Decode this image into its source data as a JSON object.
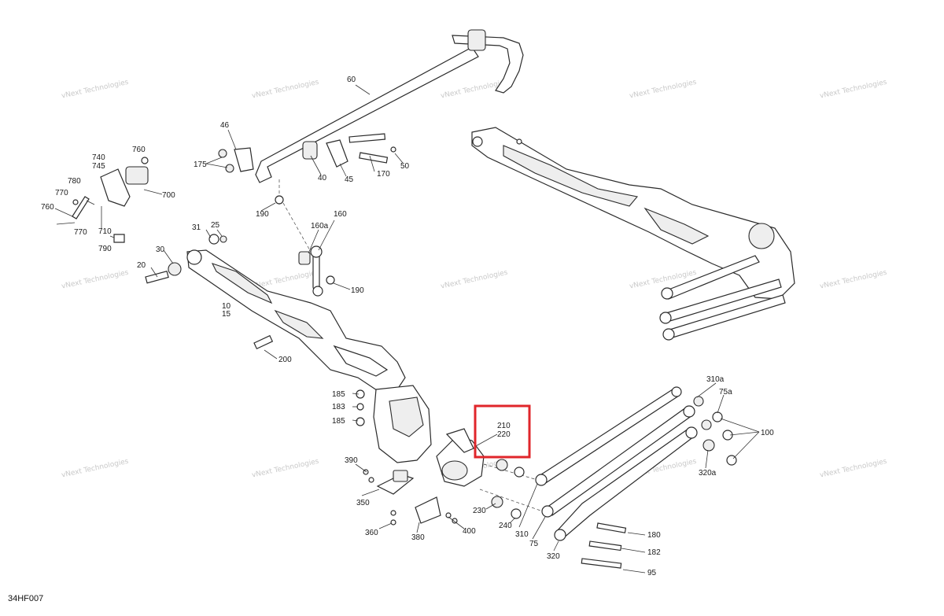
{
  "diagram": {
    "code": "34HF007",
    "watermark": "vNext Technologies",
    "highlight_color": "#e0262b",
    "callouts": [
      {
        "id": "c60",
        "text": "60"
      },
      {
        "id": "c46",
        "text": "46"
      },
      {
        "id": "c175",
        "text": "175"
      },
      {
        "id": "c40",
        "text": "40"
      },
      {
        "id": "c45",
        "text": "45"
      },
      {
        "id": "c170",
        "text": "170"
      },
      {
        "id": "c50",
        "text": "50"
      },
      {
        "id": "c190a",
        "text": "190"
      },
      {
        "id": "c740",
        "text": "740"
      },
      {
        "id": "c745",
        "text": "745"
      },
      {
        "id": "c760a",
        "text": "760"
      },
      {
        "id": "c700",
        "text": "700"
      },
      {
        "id": "c780",
        "text": "780"
      },
      {
        "id": "c770a",
        "text": "770"
      },
      {
        "id": "c760b",
        "text": "760"
      },
      {
        "id": "c770b",
        "text": "770"
      },
      {
        "id": "c710",
        "text": "710"
      },
      {
        "id": "c790",
        "text": "790"
      },
      {
        "id": "c31",
        "text": "31"
      },
      {
        "id": "c25",
        "text": "25"
      },
      {
        "id": "c160a",
        "text": "160a"
      },
      {
        "id": "c160",
        "text": "160"
      },
      {
        "id": "c20",
        "text": "20"
      },
      {
        "id": "c30",
        "text": "30"
      },
      {
        "id": "c190b",
        "text": "190"
      },
      {
        "id": "c10",
        "text": "10"
      },
      {
        "id": "c15",
        "text": "15"
      },
      {
        "id": "c200",
        "text": "200"
      },
      {
        "id": "c185a",
        "text": "185"
      },
      {
        "id": "c183",
        "text": "183"
      },
      {
        "id": "c185b",
        "text": "185"
      },
      {
        "id": "c210",
        "text": "210"
      },
      {
        "id": "c220",
        "text": "220"
      },
      {
        "id": "c390",
        "text": "390"
      },
      {
        "id": "c350",
        "text": "350"
      },
      {
        "id": "c230",
        "text": "230"
      },
      {
        "id": "c240",
        "text": "240"
      },
      {
        "id": "c360",
        "text": "360"
      },
      {
        "id": "c380",
        "text": "380"
      },
      {
        "id": "c400",
        "text": "400"
      },
      {
        "id": "c310",
        "text": "310"
      },
      {
        "id": "c75",
        "text": "75"
      },
      {
        "id": "c310a",
        "text": "310a"
      },
      {
        "id": "c75a",
        "text": "75a"
      },
      {
        "id": "c100",
        "text": "100"
      },
      {
        "id": "c320a",
        "text": "320a"
      },
      {
        "id": "c320",
        "text": "320"
      },
      {
        "id": "c180",
        "text": "180"
      },
      {
        "id": "c182",
        "text": "182"
      },
      {
        "id": "c95",
        "text": "95"
      }
    ]
  }
}
